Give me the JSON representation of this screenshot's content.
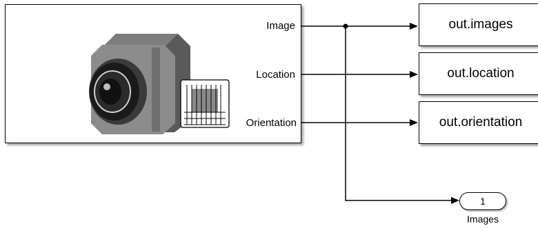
{
  "diagram": {
    "source_block": {
      "ports": {
        "image": "Image",
        "location": "Location",
        "orientation": "Orientation"
      }
    },
    "sinks": {
      "images": "out.images",
      "location": "out.location",
      "orientation": "out.orientation"
    },
    "outport": {
      "number": "1",
      "name": "Images"
    }
  },
  "icons": {
    "camera": "camera-icon",
    "sensor_grid": "sensor-grid-icon"
  },
  "colors": {
    "line": "#000000",
    "camera_body_dark": "#5a5a5a",
    "camera_body_light": "#8c8c8c",
    "lens_dark": "#1a1a1a"
  }
}
